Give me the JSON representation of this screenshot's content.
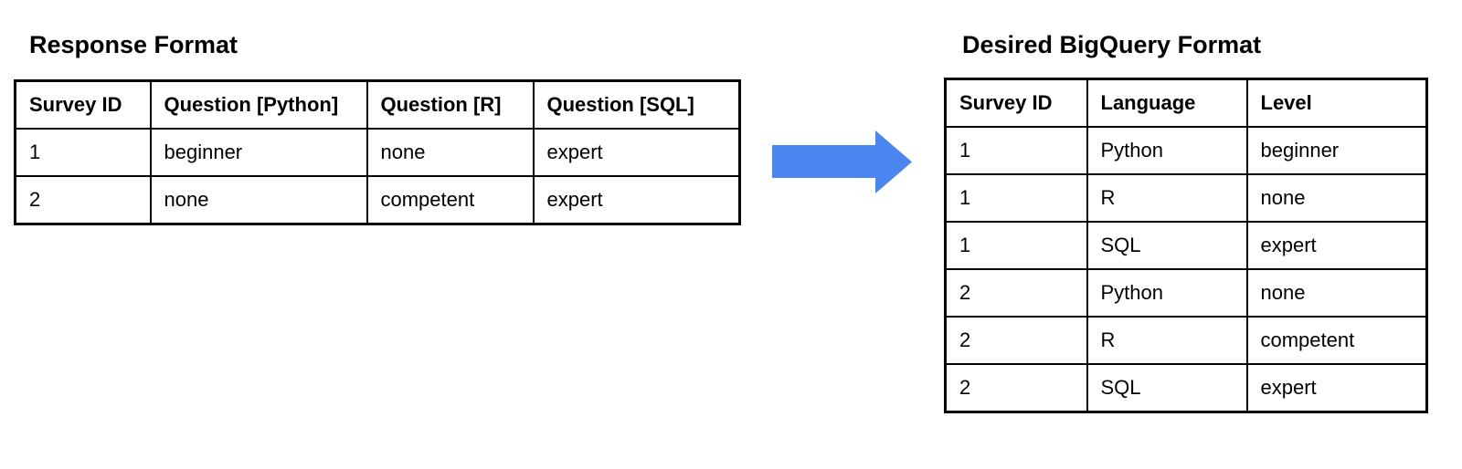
{
  "left_panel": {
    "title": "Response Format",
    "table": {
      "headers": [
        "Survey ID",
        "Question [Python]",
        "Question [R]",
        "Question [SQL]"
      ],
      "rows": [
        [
          "1",
          "beginner",
          "none",
          "expert"
        ],
        [
          "2",
          "none",
          "competent",
          "expert"
        ]
      ]
    }
  },
  "arrow": {
    "direction": "right",
    "color": "#4a85f0"
  },
  "right_panel": {
    "title": "Desired BigQuery Format",
    "table": {
      "headers": [
        "Survey ID",
        "Language",
        "Level"
      ],
      "rows": [
        [
          "1",
          "Python",
          "beginner"
        ],
        [
          "1",
          "R",
          "none"
        ],
        [
          "1",
          "SQL",
          "expert"
        ],
        [
          "2",
          "Python",
          "none"
        ],
        [
          "2",
          "R",
          "competent"
        ],
        [
          "2",
          "SQL",
          "expert"
        ]
      ]
    }
  }
}
